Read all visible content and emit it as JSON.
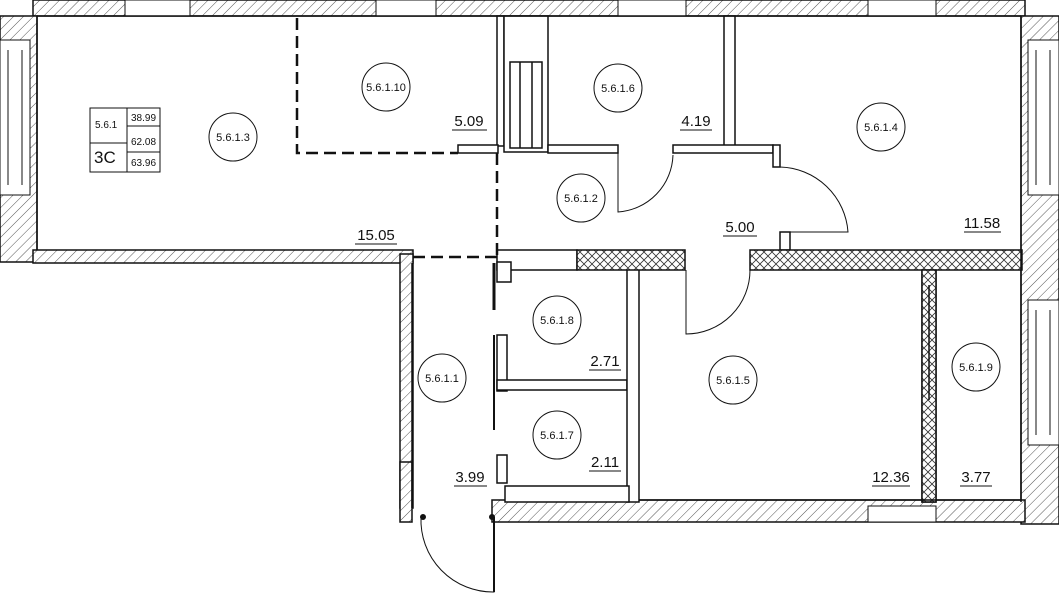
{
  "apartment": {
    "id": "5.6.1",
    "type": "3С",
    "area_living": "38.99",
    "area_total": "62.08",
    "area_with_balcony": "63.96"
  },
  "rooms": [
    {
      "id": "5.6.1.1",
      "area": "3.99"
    },
    {
      "id": "5.6.1.2",
      "area": "5.00"
    },
    {
      "id": "5.6.1.3",
      "area": "15.05"
    },
    {
      "id": "5.6.1.4",
      "area": "11.58"
    },
    {
      "id": "5.6.1.5",
      "area": "12.36"
    },
    {
      "id": "5.6.1.6",
      "area": "4.19"
    },
    {
      "id": "5.6.1.7",
      "area": "2.11"
    },
    {
      "id": "5.6.1.8",
      "area": "2.71"
    },
    {
      "id": "5.6.1.9",
      "area": "3.77"
    },
    {
      "id": "5.6.1.10",
      "area": "5.09"
    }
  ],
  "colors": {
    "wall": "#111111",
    "hatch": "#555555",
    "background": "#ffffff"
  }
}
